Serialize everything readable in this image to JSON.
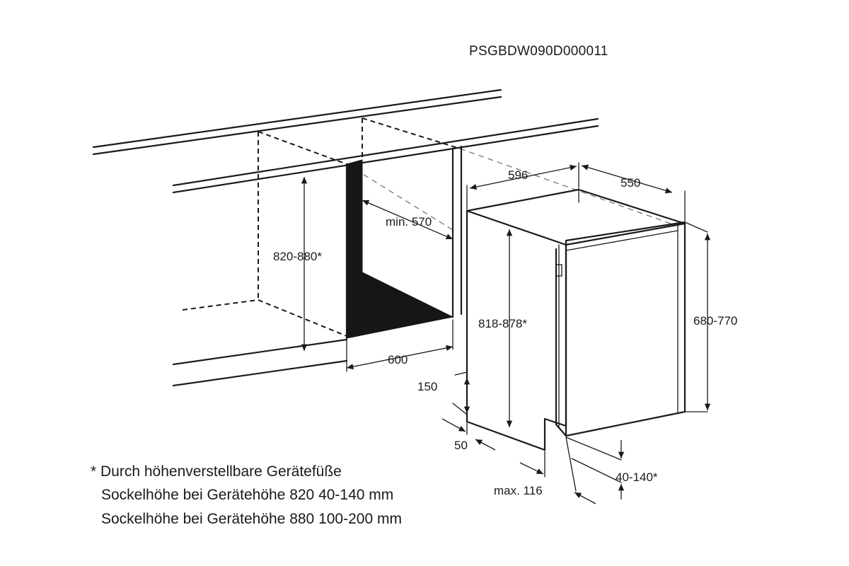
{
  "diagram": {
    "code": "PSGBDW090D000011",
    "dimensions": {
      "niche_height": "820-880*",
      "min_depth": "min. 570",
      "niche_width": "600",
      "unit_width": "596",
      "unit_depth": "550",
      "unit_height": "818-878*",
      "door_height": "680-770",
      "plinth_height": "150",
      "plinth_offset": "50",
      "max_door": "max. 116",
      "feet": "40-140*"
    },
    "footnote": [
      "* Durch höhenverstellbare Gerätefüße",
      "Sockelhöhe bei Gerätehöhe 820 40-140 mm",
      "Sockelhöhe bei Gerätehöhe 880 100-200 mm"
    ]
  }
}
